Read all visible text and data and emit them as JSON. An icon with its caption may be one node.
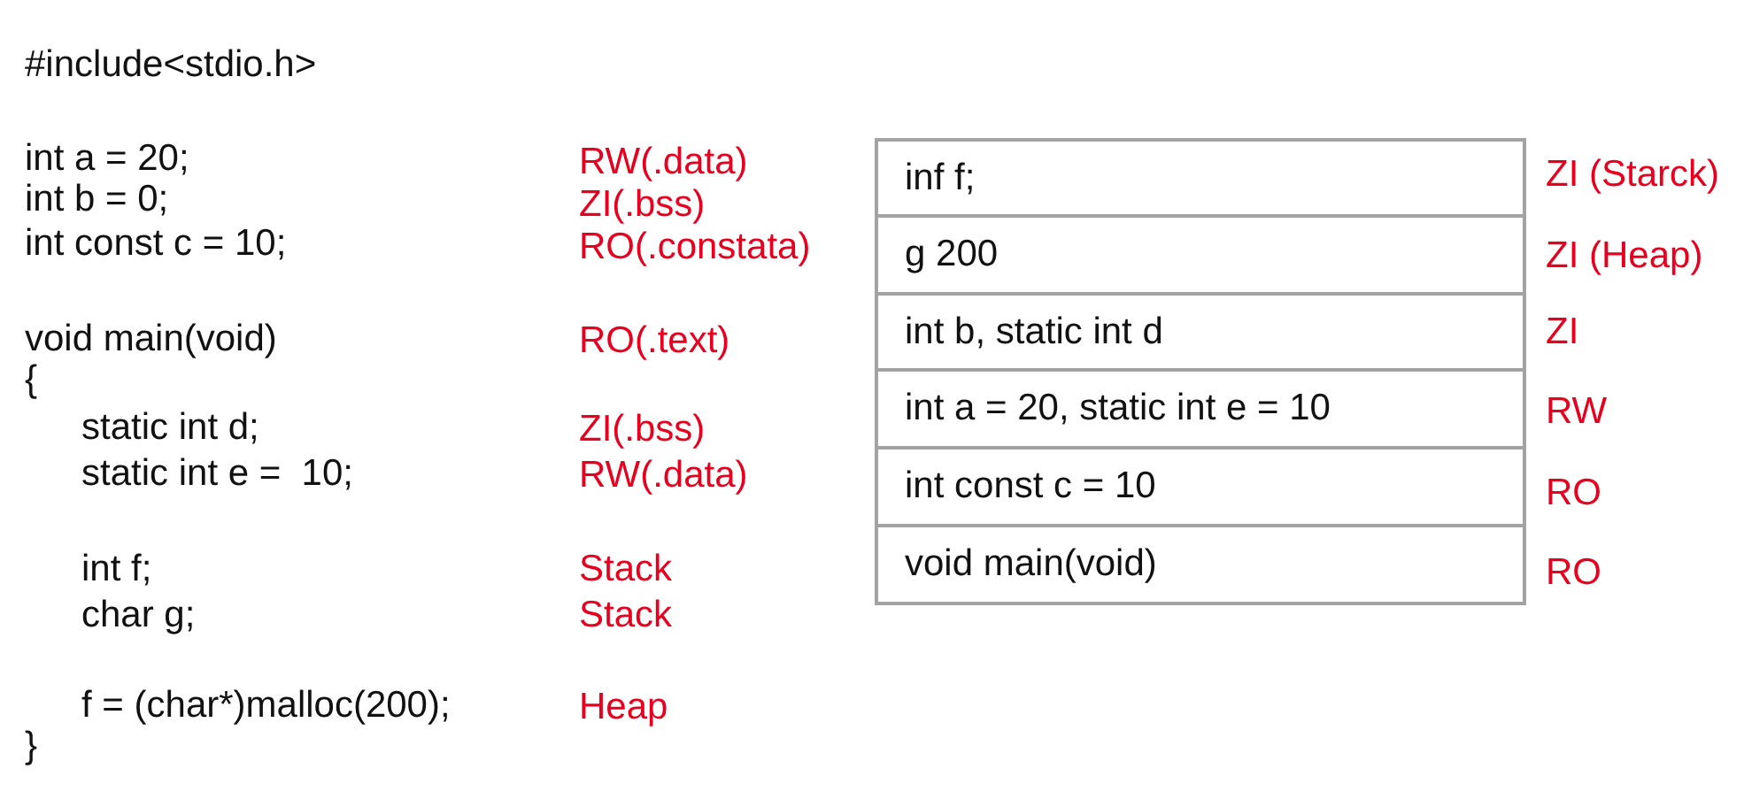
{
  "diagram": {
    "nodes": [
      {
        "text": [
          "inf f;"
        ],
        "beside": [
          "ZI (Starck)"
        ]
      },
      {
        "text": [
          "g 200"
        ],
        "beside": [
          "ZI (Heap)"
        ]
      },
      {
        "text": [
          "int b, static int d"
        ],
        "beside": [
          "ZI"
        ]
      },
      {
        "text": [
          "int a = 20, static int e = 10"
        ],
        "beside": [
          "RW"
        ]
      },
      {
        "text": [
          "int const c = 10"
        ],
        "beside": [
          "RO"
        ]
      },
      {
        "text": [
          "void main(void)"
        ],
        "beside": [
          "RO"
        ]
      }
    ],
    "edges": [],
    "labels": [
      "#include<stdio.h>",
      "int a = 20;",
      "RW(.data)",
      "int b = 0;",
      "ZI(.bss)",
      "int const c = 10;",
      "RO(.constata)",
      "void main(void)",
      "RO(.text)",
      "{",
      "static int d;",
      "ZI(.bss)",
      "static int e =  10;",
      "RW(.data)",
      "int f;",
      "Stack",
      "char g;",
      "Stack",
      "f = (char*)malloc(200);",
      "Heap",
      "}"
    ]
  }
}
